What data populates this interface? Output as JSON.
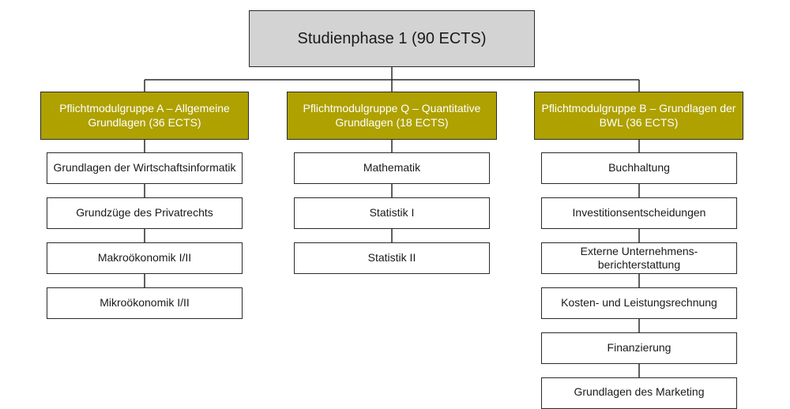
{
  "root": {
    "label": "Studienphase 1 (90 ECTS)"
  },
  "groups": [
    {
      "label": "Pflichtmodulgruppe A – Allgemeine Grundlagen (36 ECTS)",
      "modules": [
        "Grundlagen der Wirtschaftsinformatik",
        "Grundzüge des Privatrechts",
        "Makroökonomik I/II",
        "Mikroökonomik I/II"
      ]
    },
    {
      "label": "Pflichtmodulgruppe Q – Quantitative Grundlagen (18 ECTS)",
      "modules": [
        "Mathematik",
        "Statistik I",
        "Statistik II"
      ]
    },
    {
      "label": "Pflichtmodulgruppe B – Grundlagen der BWL (36 ECTS)",
      "modules": [
        "Buchhaltung",
        "Investitionsentscheidungen",
        "Externe Unternehmens-berichterstattung",
        "Kosten- und Leistungsrechnung",
        "Finanzierung",
        "Grundlagen des Marketing"
      ]
    }
  ],
  "colors": {
    "group_fill": "#aea100",
    "root_fill": "#d3d3d3",
    "line": "#2a2a2a"
  }
}
